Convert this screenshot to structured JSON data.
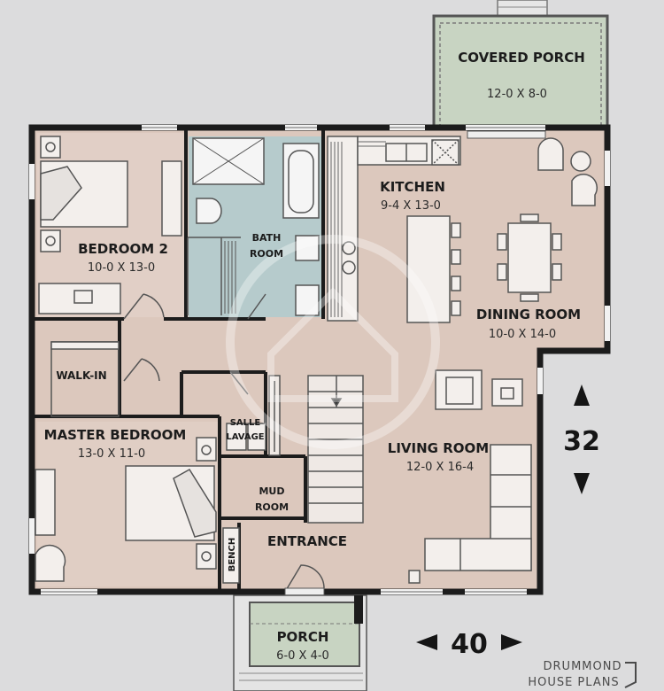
{
  "rooms": {
    "covered_porch": {
      "name": "COVERED PORCH",
      "size": "12-0 X 8-0"
    },
    "kitchen": {
      "name": "KITCHEN",
      "size": "9-4 X 13-0"
    },
    "bedroom2": {
      "name": "BEDROOM 2",
      "size": "10-0 X 13-0"
    },
    "bath": {
      "line1": "BATH",
      "line2": "ROOM"
    },
    "dining": {
      "name": "DINING ROOM",
      "size": "10-0 X 14-0"
    },
    "walkin": {
      "name": "WALK-IN"
    },
    "master": {
      "name": "MASTER BEDROOM",
      "size": "13-0 X 11-0"
    },
    "salle": {
      "line1": "SALLE",
      "line2": "LAVAGE"
    },
    "living": {
      "name": "LIVING ROOM",
      "size": "12-0 X 16-4"
    },
    "mud": {
      "line1": "MUD",
      "line2": "ROOM"
    },
    "entrance": {
      "name": "ENTRANCE"
    },
    "bench": {
      "name": "BENCH"
    },
    "porch": {
      "name": "PORCH",
      "size": "6-0 X 4-0"
    }
  },
  "dimensions": {
    "depth": "32",
    "width": "40"
  },
  "brand": {
    "line1": "DRUMMOND",
    "line2": "HOUSE PLANS"
  },
  "colors": {
    "floor": "#dcc8bd",
    "bath": "#a9ccd2",
    "porch": "#c8d4c2",
    "wall": "#1c1c1c"
  }
}
